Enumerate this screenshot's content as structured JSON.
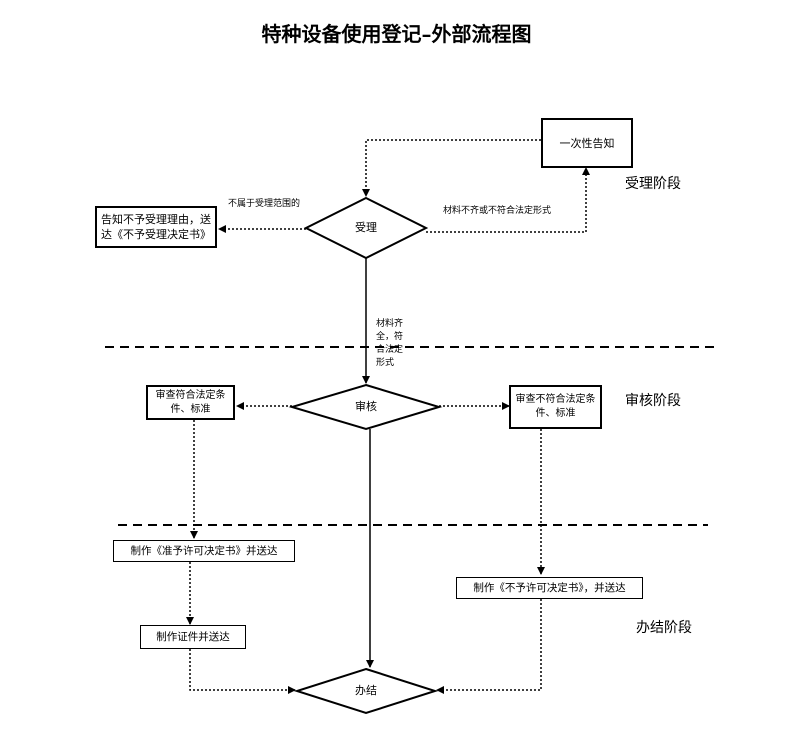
{
  "title": "特种设备使用登记–外部流程图",
  "stages": {
    "accept": "受理阶段",
    "review": "审核阶段",
    "finish": "办结阶段"
  },
  "nodes": {
    "notify_once": "一次性告知",
    "accept": "受理",
    "reject_notice_line1": "告知不予受理理由，送",
    "reject_notice_line2": "达《不予受理决定书》",
    "review": "审核",
    "meets_line1": "审查符合法定条",
    "meets_line2": "件、标准",
    "not_meets_line1": "审查不符合法定条",
    "not_meets_line2": "件、标准",
    "make_permit": "制作《准予许可决定书》并送达",
    "make_cert": "制作证件并送达",
    "make_denial": "制作《不予许可决定书》，并送达",
    "finish": "办结"
  },
  "edge_labels": {
    "out_of_scope": "不属于受理范围的",
    "incomplete": "材料不齐或不符合法定形式",
    "complete_line1": "材料齐",
    "complete_line2": "全，符",
    "complete_line3": "合法定",
    "complete_line4": "形式"
  }
}
